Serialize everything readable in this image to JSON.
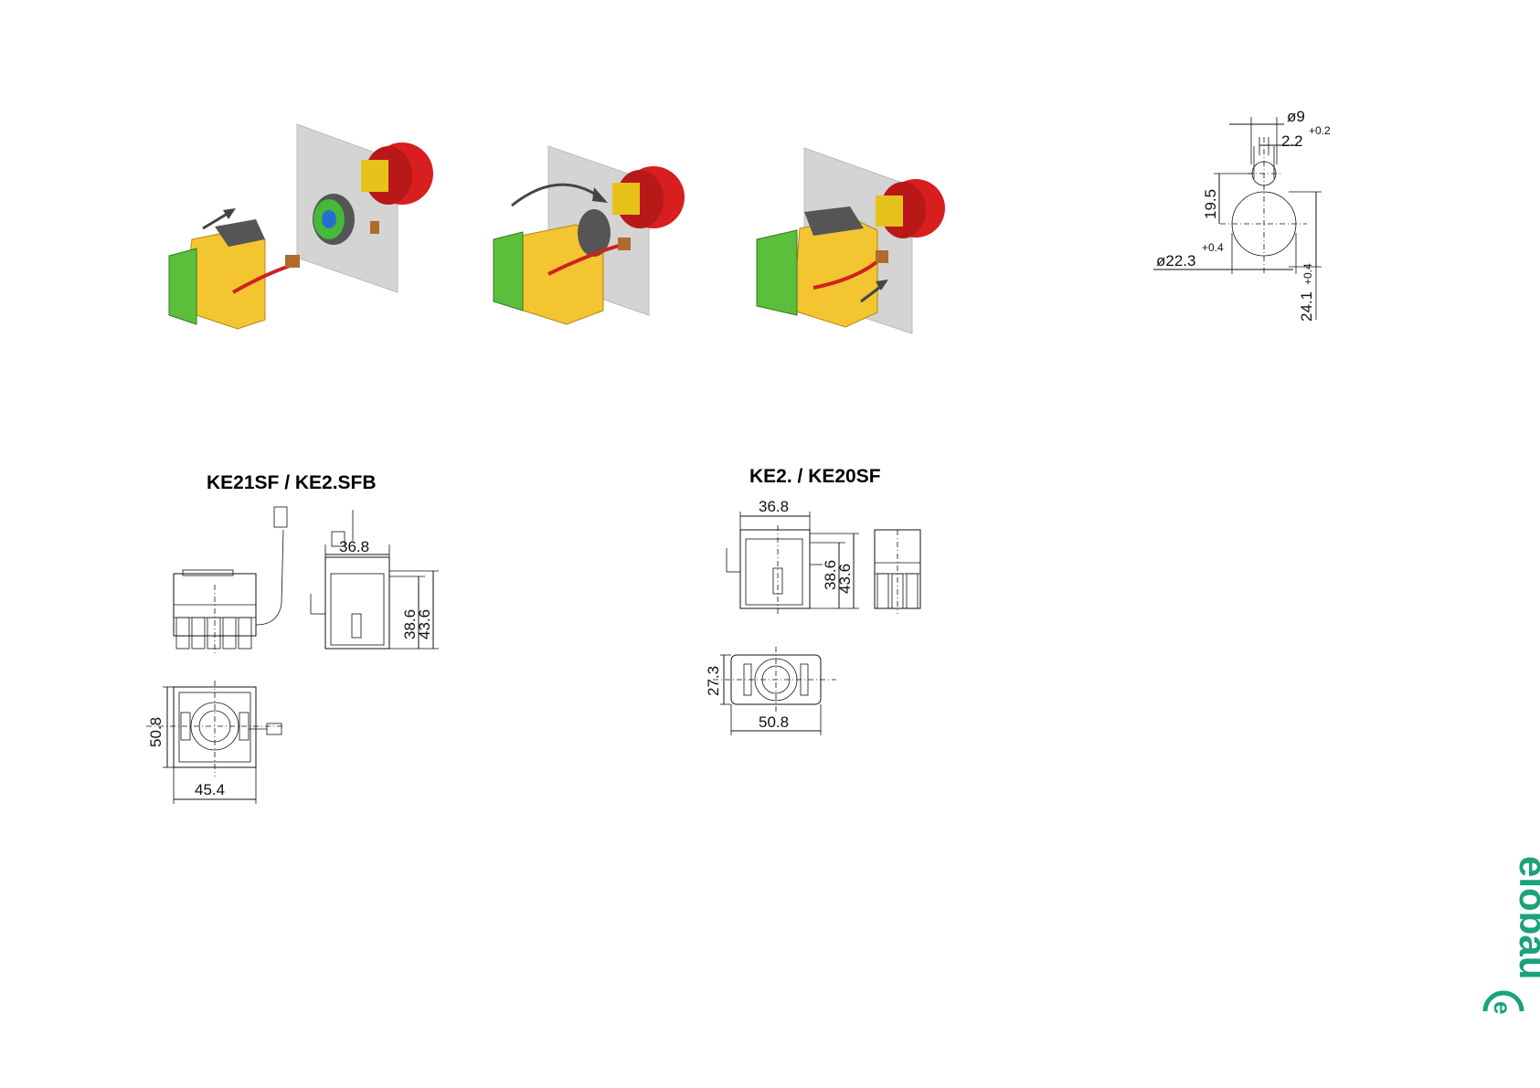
{
  "titles": {
    "left_drawing": "KE21SF / KE2.SFB",
    "right_drawing": "KE2. / KE20SF"
  },
  "cutout": {
    "d_small": "ø9",
    "slot_w": "2.2",
    "slot_tol": "+0.2",
    "center_dist": "19.5",
    "d_large": "ø22.3",
    "d_large_tol": "+0.4",
    "overall": "24.1",
    "overall_tol": "+0.4"
  },
  "left_dims": {
    "width_top": "36.8",
    "h1": "38.6",
    "h2": "43.6",
    "depth": "50.8",
    "width_bottom": "45.4"
  },
  "right_dims": {
    "width_top": "36.8",
    "h1": "38.6",
    "h2": "43.6",
    "depth": "27.3",
    "width_bottom": "50.8"
  },
  "logo": {
    "brand": "elobau",
    "color": "#1aa37a"
  }
}
